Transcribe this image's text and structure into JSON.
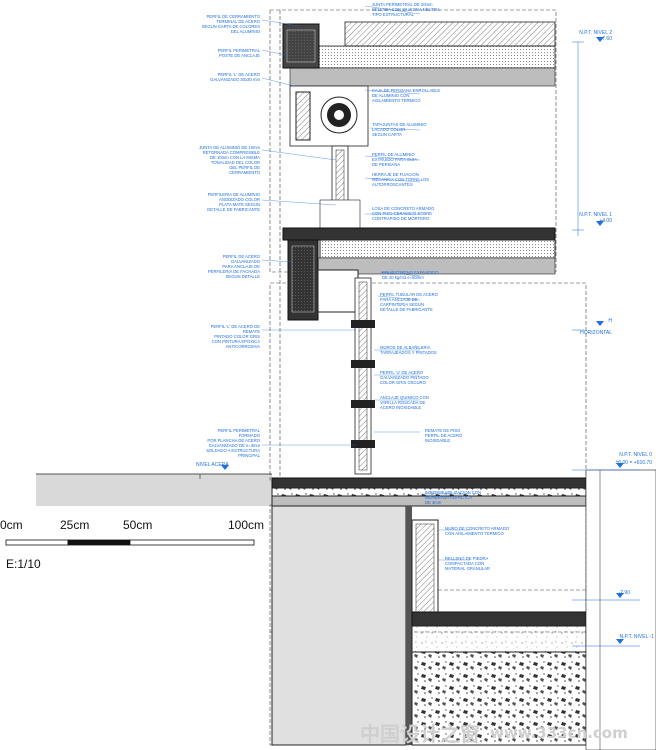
{
  "scale_bar": {
    "labels": [
      "0cm",
      "25cm",
      "50cm",
      "100cm"
    ],
    "ratio": "E:1/10"
  },
  "levels": {
    "nivel2": {
      "name": "N.P.T. NIVEL 2",
      "value": "+7.60"
    },
    "nivel1": {
      "name": "N.P.T. NIVEL 1",
      "value": "+4.00"
    },
    "horizontal": {
      "name": "H",
      "value": "HORIZONTAL"
    },
    "nivel0": {
      "name": "N.P.T. NIVEL 0",
      "value": "±0.00 = +616.70"
    },
    "neg": {
      "value": "-2.90"
    },
    "nivel_1": {
      "name": "N.P.T. NIVEL -1"
    },
    "acera": "NIVEL ACERA"
  },
  "notes": {
    "left": [
      "PERFIL DE CERRAMIENTO\nTERMINAL DE ACERO\nSEGUN CARTA DE COLORES\nDEL ALUMINIO",
      "PERFIL PERIMETRAL\nPOSTE DE ANCLAJE",
      "PERFIL 'L' DE ACERO\nGALVANIZADO 30x30 mm",
      "JUNTA DE ALUMINIO DE 10mm\nRETORNADA COMPRESIBLE\nDE 10mm CON LA MISMA\nTONALIDAD DEL COLOR\nDEL PERFIL DE\nCERRAMIENTO",
      "PERFILERIA DE ALUMINIO\nANODIZADO COLOR\nPLATA MATE SEGUN\nDETALLE DE FABRICANTE",
      "PERFIL DE ACERO GALVANIZADO\nPARA ANCLAJE DE\nPERFILERIA DE FACHADA\nSEGUN DETALLE",
      "PERFIL 'L' DE ACERO DE REMATE\nPINTADO COLOR GRIS\nCON PINTURA EPOXICA\nANTICORROSIVA",
      "PERFIL PERIMETRAL FORMADO\nPOR PLANCHA DE ACERO\nGALVANIZADO DE e=3mm\nSOLDADO A ESTRUCTURA\nPRINCIPAL"
    ],
    "right": [
      "JUNTA PERIMETRAL DE 20mm\nSELLADA CON SILICONA NEUTRA\nTIPO ESTRUCTURAL",
      "CAJA DE PERSIANA ENROLLABLE\nDE ALUMINIO CON\nAISLAMIENTO TERMICO",
      "TAPAJUNTAS DE ALUMINIO\nLACADO COLOR\nSEGUN CARTA",
      "PERFIL DE ALUMINIO\nEXTRUIDO PARA GUIA\nDE PERSIANA",
      "HERRAJE DE FIJACION\nMECANICA CON TORNILLOS\nAUTORROSCANTES",
      "LOSA DE CONCRETO ARMADO\nCON PISO CERAMICO SOBRE\nCONTRAPISO DE MORTERO",
      "POLIESTIRENO EXPANDIDO\nDE 20 kg/m3 e=50mm",
      "PERFIL TUBULAR DE ACERO\nPARA ANCLAJE DE\nCARPINTERIA SEGUN\nDETALLE DE FABRICANTE",
      "MUROS DE ALBAÑILERIA\nTARRAJEADOS Y PINTADOS",
      "PERFIL 'U' DE ACERO\nGALVANIZADO PINTADO\nCOLOR GRIS OSCURO",
      "ANCLAJE QUIMICO CON\nVARILLA ROSCADA DE\nACERO INOXIDABLE",
      "REMATE DE PISO\nPERFIL DE ACERO\nINOXIDABLE",
      "IMPERMEABILIZACION CON\nMEMBRANA ASFALTICA\nDE 4mm",
      "MURO DE CONCRETO ARMADO\nCON AISLAMIENTO TERMICO",
      "RELLENO DE PIEDRA\nCOMPACTADA CON\nMATERIAL GRANULAR"
    ]
  },
  "watermark": {
    "cn": "中国设计之窗",
    "url": "www.333cn.com"
  },
  "colors": {
    "annotation": "#1f6fe0",
    "line": "#1a1a1a",
    "hatch": "#555555",
    "dashed": "#444444"
  }
}
